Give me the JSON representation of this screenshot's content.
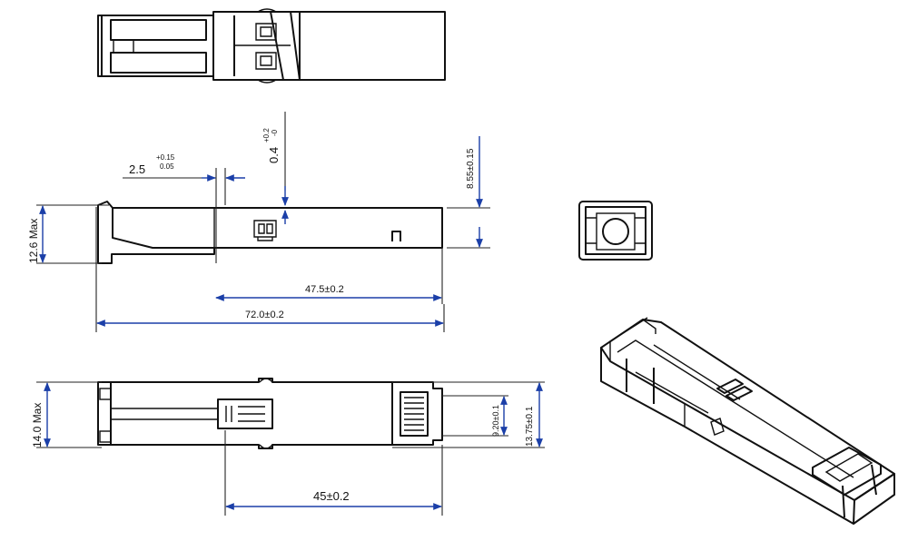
{
  "dimensions": {
    "d_2_5": "2.5",
    "d_2_5_tol_upper": "+0.15",
    "d_2_5_tol_lower": "0.05",
    "d_0_4": "0.4",
    "d_0_4_tol_upper": "+0.2",
    "d_0_4_tol_lower": "-0",
    "d_8_55": "8.55±0.15",
    "d_12_6": "12.6 Max",
    "d_47_5": "47.5±0.2",
    "d_72": "72.0±0.2",
    "d_14": "14.0 Max",
    "d_9_2": "9.20±0.1",
    "d_13_75": "13.75±0.1",
    "d_45": "45±0.2"
  },
  "colors": {
    "outline": "#111111",
    "dimension_line": "#1b3fa8"
  }
}
